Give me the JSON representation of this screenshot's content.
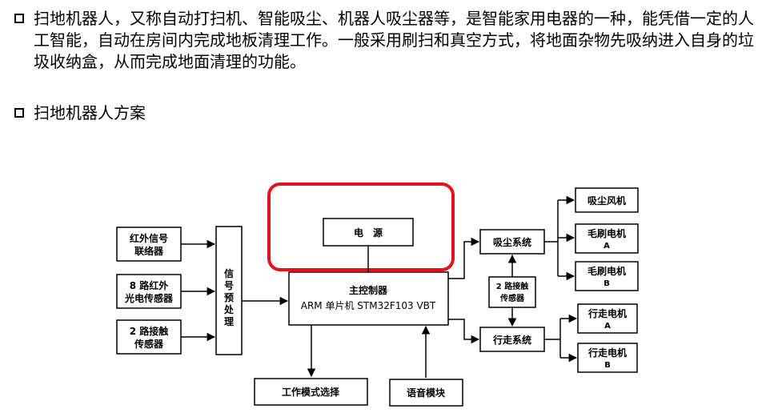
{
  "intro": {
    "text": "扫地机器人，又称自动打扫机、智能吸尘、机器人吸尘器等，是智能家用电器的一种，能凭借一定的人工智能，自动在房间内完成地板清理工作。一般采用刷扫和真空方式，将地面杂物先吸纳进入自身的垃圾收纳盒，从而完成地面清理的功能。"
  },
  "section": {
    "heading": "扫地机器人方案"
  },
  "diagram": {
    "ir_signal_line1": "红外信号",
    "ir_signal_line2": "联络器",
    "ir8_line1": "8 路红外",
    "ir8_line2": "光电传感器",
    "contact2_left_line1": "2 路接触",
    "contact2_left_line2": "传感器",
    "preprocess_chars": [
      "信",
      "号",
      "预",
      "处",
      "理"
    ],
    "power": "电　源",
    "main_ctrl_line1": "主控制器",
    "main_ctrl_line2": "ARM 单片机 STM32F103 VBT",
    "vacuum_system": "吸尘系统",
    "contact2_right_line1": "2 路接触",
    "contact2_right_line2": "传感器",
    "walk_system": "行走系统",
    "suction_fan": "吸尘风机",
    "brush_a_line1": "毛刷电机",
    "brush_a_line2": "A",
    "brush_b_line1": "毛刷电机",
    "brush_b_line2": "B",
    "walk_a_line1": "行走电机",
    "walk_a_line2": "A",
    "walk_b_line1": "行走电机",
    "walk_b_line2": "B",
    "mode_select": "工作模式选择",
    "voice_module": "语音模块"
  },
  "colors": {
    "highlight": "#e0141e",
    "line": "#000000"
  }
}
